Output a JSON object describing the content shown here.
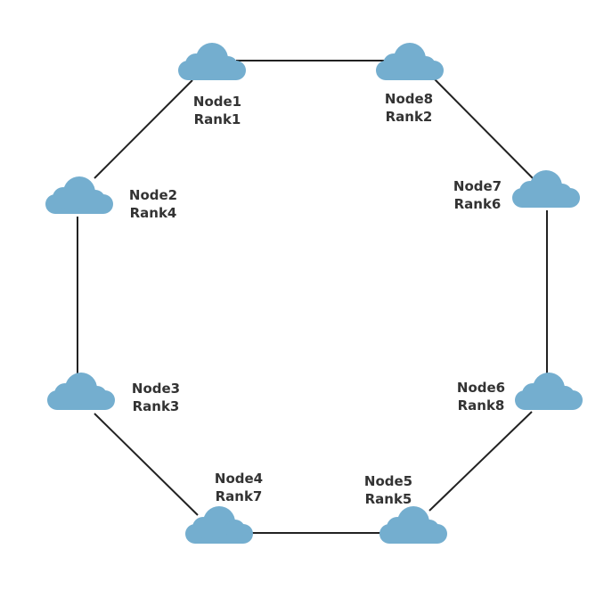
{
  "colors": {
    "cloud": "#74aecf",
    "edge": "#222222",
    "label": "#333333"
  },
  "nodes": [
    {
      "id": "node1",
      "name": "Node1",
      "rank": "Rank1",
      "icon": "cloud-icon"
    },
    {
      "id": "node8",
      "name": "Node8",
      "rank": "Rank2",
      "icon": "cloud-icon"
    },
    {
      "id": "node7",
      "name": "Node7",
      "rank": "Rank6",
      "icon": "cloud-icon"
    },
    {
      "id": "node6",
      "name": "Node6",
      "rank": "Rank8",
      "icon": "cloud-icon"
    },
    {
      "id": "node5",
      "name": "Node5",
      "rank": "Rank5",
      "icon": "cloud-icon"
    },
    {
      "id": "node4",
      "name": "Node4",
      "rank": "Rank7",
      "icon": "cloud-icon"
    },
    {
      "id": "node3",
      "name": "Node3",
      "rank": "Rank3",
      "icon": "cloud-icon"
    },
    {
      "id": "node2",
      "name": "Node2",
      "rank": "Rank4",
      "icon": "cloud-icon"
    }
  ],
  "edges": [
    [
      "node1",
      "node8"
    ],
    [
      "node8",
      "node7"
    ],
    [
      "node7",
      "node6"
    ],
    [
      "node6",
      "node5"
    ],
    [
      "node5",
      "node4"
    ],
    [
      "node4",
      "node3"
    ],
    [
      "node3",
      "node2"
    ],
    [
      "node2",
      "node1"
    ]
  ]
}
